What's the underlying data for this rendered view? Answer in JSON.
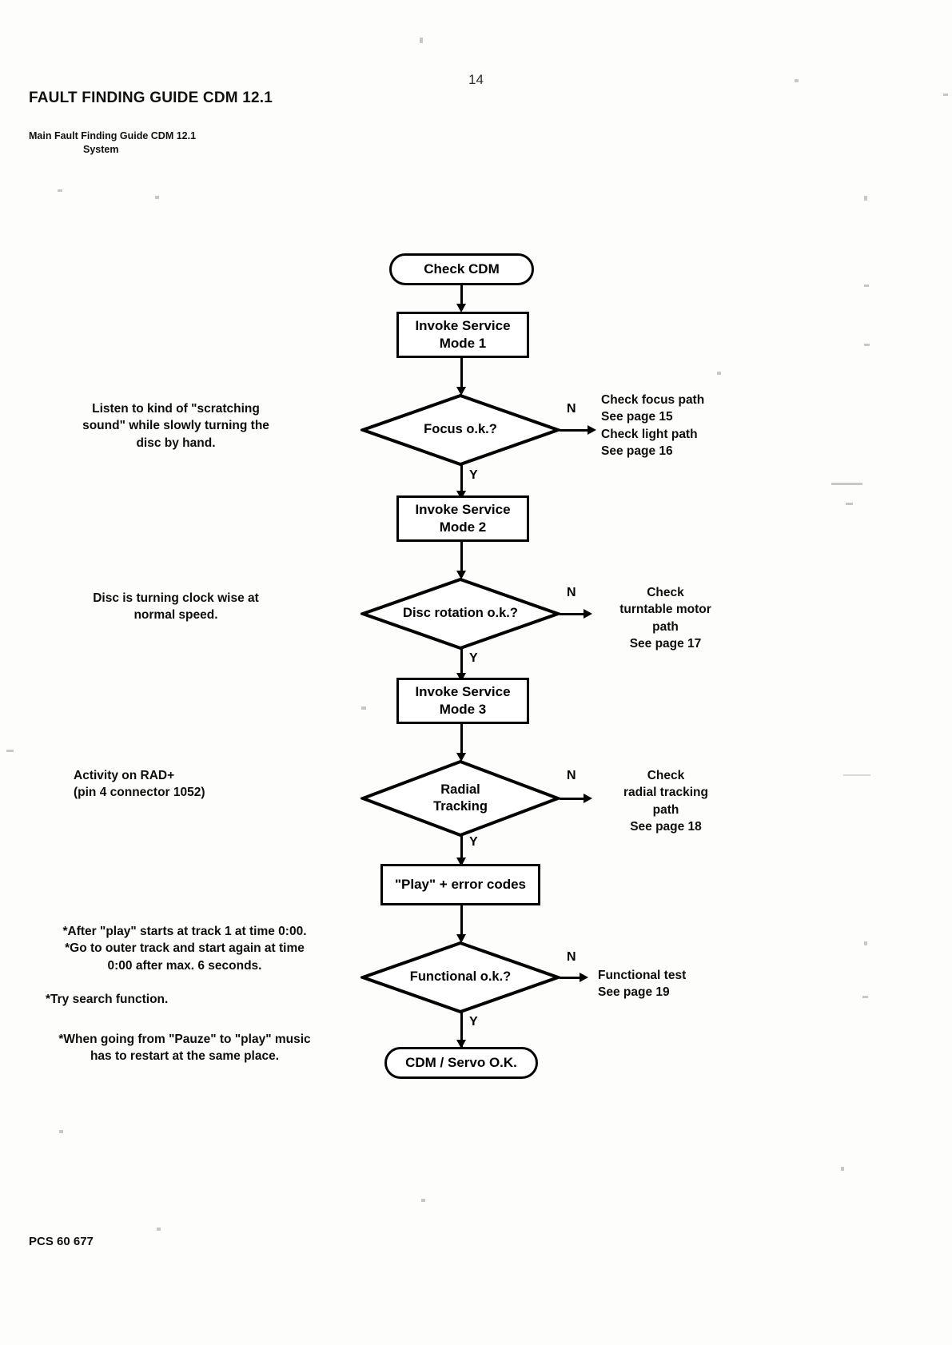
{
  "page": {
    "number": "14",
    "title": "FAULT FINDING GUIDE CDM 12.1",
    "subtitle_line1": "Main Fault Finding Guide CDM 12.1",
    "subtitle_line2": "System",
    "footer": "PCS 60 677"
  },
  "flowchart": {
    "type": "flowchart",
    "nodes": [
      {
        "id": "start",
        "shape": "terminal",
        "label": "Check CDM"
      },
      {
        "id": "mode1",
        "shape": "process",
        "label": "Invoke Service\nMode 1"
      },
      {
        "id": "focus",
        "shape": "decision",
        "label": "Focus o.k.?"
      },
      {
        "id": "mode2",
        "shape": "process",
        "label": "Invoke Service\nMode 2"
      },
      {
        "id": "rotation",
        "shape": "decision",
        "label": "Disc rotation o.k.?"
      },
      {
        "id": "mode3",
        "shape": "process",
        "label": "Invoke Service\nMode 3"
      },
      {
        "id": "radial",
        "shape": "decision",
        "label": "Radial\nTracking"
      },
      {
        "id": "play",
        "shape": "process",
        "label": "\"Play\" + error codes"
      },
      {
        "id": "func",
        "shape": "decision",
        "label": "Functional o.k.?"
      },
      {
        "id": "end",
        "shape": "terminal",
        "label": "CDM / Servo O.K."
      }
    ],
    "branch_labels": {
      "yes": "Y",
      "no": "N"
    },
    "yes_branches": [
      "focus",
      "rotation",
      "radial",
      "func"
    ],
    "no_targets": [
      {
        "from": "focus",
        "text": "Check focus path\nSee page 15\nCheck light path\nSee page 16"
      },
      {
        "from": "rotation",
        "text": "Check\nturntable motor\npath\nSee page 17"
      },
      {
        "from": "radial",
        "text": "Check\nradial tracking\npath\nSee page 18"
      },
      {
        "from": "func",
        "text": "Functional test\nSee page 19"
      }
    ],
    "left_annotations": [
      {
        "for": "focus",
        "text": "Listen to kind of \"scratching\nsound\" while slowly turning the\ndisc by hand."
      },
      {
        "for": "rotation",
        "text": "Disc is turning clock wise at\nnormal speed."
      },
      {
        "for": "radial",
        "text": "Activity on RAD+\n(pin 4 connector 1052)"
      }
    ],
    "bottom_notes": [
      "*After \"play\" starts at track 1 at time 0:00.\n*Go to outer track and start again at time\n0:00 after max. 6 seconds.",
      "*Try search function.",
      "*When going from \"Pauze\" to \"play\" music\nhas to restart at the same place."
    ]
  }
}
